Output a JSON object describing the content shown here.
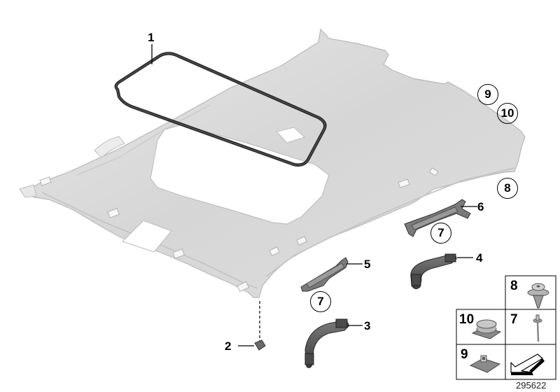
{
  "diagram": {
    "type": "exploded parts diagram",
    "subject": "Roof headliner with sunroof cut-out",
    "reference_number": "295622",
    "colors": {
      "headliner": "#d9d9d9",
      "headliner_edge": "#bdbdbd",
      "seal": "#2b2b2b",
      "parts": "#5a5a5a",
      "text": "#000000"
    }
  },
  "callouts": [
    {
      "id": "1",
      "label": "1",
      "part": "sunroof frame seal"
    },
    {
      "id": "2",
      "label": "2",
      "part": "clip"
    },
    {
      "id": "3",
      "label": "3",
      "part": "grab handle (front)"
    },
    {
      "id": "4",
      "label": "4",
      "part": "grab handle (rear)"
    },
    {
      "id": "5",
      "label": "5",
      "part": "bracket (front)"
    },
    {
      "id": "6",
      "label": "6",
      "part": "bracket (rear)"
    }
  ],
  "circled_callouts": [
    {
      "label": "9"
    },
    {
      "label": "10"
    },
    {
      "label": "8"
    },
    {
      "label": "7"
    },
    {
      "label": "7"
    }
  ],
  "legend": [
    {
      "label": "8",
      "part": "expanding rivet"
    },
    {
      "label": "10",
      "part": "round velcro pad"
    },
    {
      "label": "7",
      "part": "blind rivet"
    },
    {
      "label": "9",
      "part": "square clip pad"
    },
    {
      "label": "",
      "part": "arrow symbol (mounting direction)"
    }
  ]
}
